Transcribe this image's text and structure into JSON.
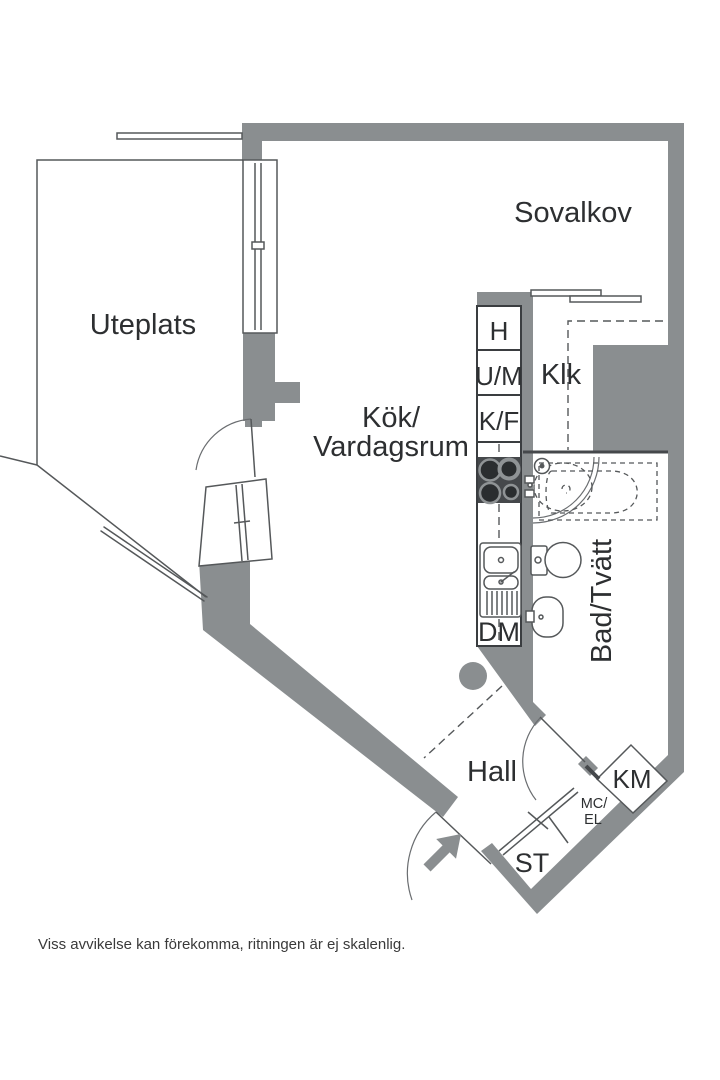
{
  "plan": {
    "rooms": {
      "uteplats": "Uteplats",
      "sovalkov": "Sovalkov",
      "kitchen_living_line1": "Kök/",
      "kitchen_living_line2": "Vardagsrum",
      "closet": "Klk",
      "bathroom": "Bad/Tvätt",
      "hall": "Hall"
    },
    "fixtures": {
      "tall_cabinet": "H",
      "oven_microwave": "U/M",
      "fridge_freezer": "K/F",
      "dishwasher": "DM",
      "washing_machine": "KM",
      "meter_cabinet_line1": "MC/",
      "meter_cabinet_line2": "EL",
      "cleaning_closet": "ST"
    },
    "disclaimer": "Viss avvikelse kan förekomma, ritningen är ej skalenlig.",
    "colors": {
      "wall": "#8a8e90",
      "line": "#55585a",
      "dark": "#3a3d40",
      "text": "#2d2f31",
      "background": "#ffffff"
    }
  }
}
